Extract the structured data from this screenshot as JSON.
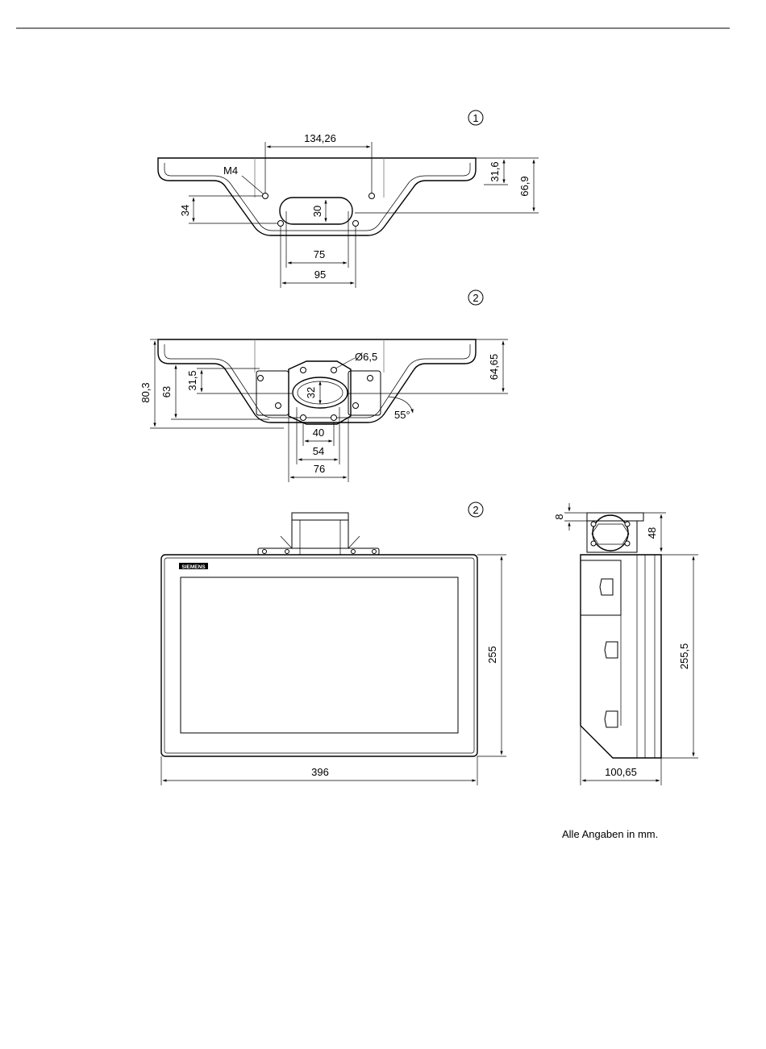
{
  "views": {
    "view1": {
      "marker": "1",
      "dims": {
        "width_holes": "134,26",
        "thread": "M4",
        "slot_h": "30",
        "h1": "31,6",
        "h2": "66,9",
        "left_h": "34",
        "w75": "75",
        "w95": "95"
      }
    },
    "view2": {
      "marker": "2",
      "dims": {
        "hole_dia": "Ø6,5",
        "oval_h": "32",
        "h_a": "31,5",
        "h_b": "63",
        "h_c": "80,3",
        "h_right": "64,65",
        "angle": "55°",
        "w40": "40",
        "w54": "54",
        "w76": "76"
      }
    },
    "front": {
      "marker": "2",
      "brand": "SIEMENS",
      "dims": {
        "height": "255",
        "width": "396"
      }
    },
    "side": {
      "dims": {
        "top": "8",
        "bracket": "48",
        "height": "255,5",
        "depth": "100,65"
      }
    }
  },
  "footnote": "Alle Angaben in mm."
}
